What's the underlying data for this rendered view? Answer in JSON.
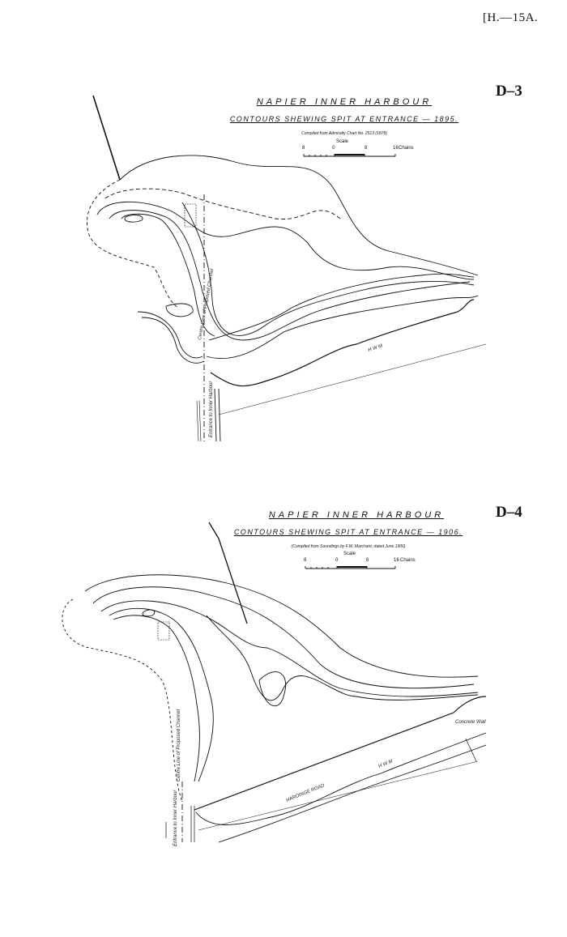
{
  "page_header": "[H.—15A.",
  "maps": [
    {
      "plate": "D–3",
      "title": "NAPIER INNER HARBOUR",
      "subtitle": "CONTOURS SHEWING SPIT AT ENTRANCE — 1895.",
      "source": "Compiled from Admiralty Chart No. 2513 (1878)",
      "scale": {
        "label": "Scale",
        "ticks": [
          "8",
          "0",
          "8",
          "16"
        ],
        "unit": "Chains"
      },
      "labels": {
        "hwm": "H W M",
        "channel": "Centre Line of Proposed Channel",
        "entrance": "Entrance to Inner Harbour"
      }
    },
    {
      "plate": "D–4",
      "title": "NAPIER INNER HARBOUR",
      "subtitle": "CONTOURS SHEWING SPIT AT ENTRANCE — 1906.",
      "source": "(Compiled from Soundings by F.W. Marchant, dated June 1906)",
      "scale": {
        "label": "Scale",
        "ticks": [
          "8",
          "0",
          "8",
          "16"
        ],
        "unit": "Chains"
      },
      "labels": {
        "hwm": "H W M",
        "road": "HARDINGE ROAD",
        "wall": "Concrete Wall",
        "channel": "Centre Line of Proposed Channel",
        "entrance": "Entrance to Inner Harbour"
      }
    }
  ]
}
